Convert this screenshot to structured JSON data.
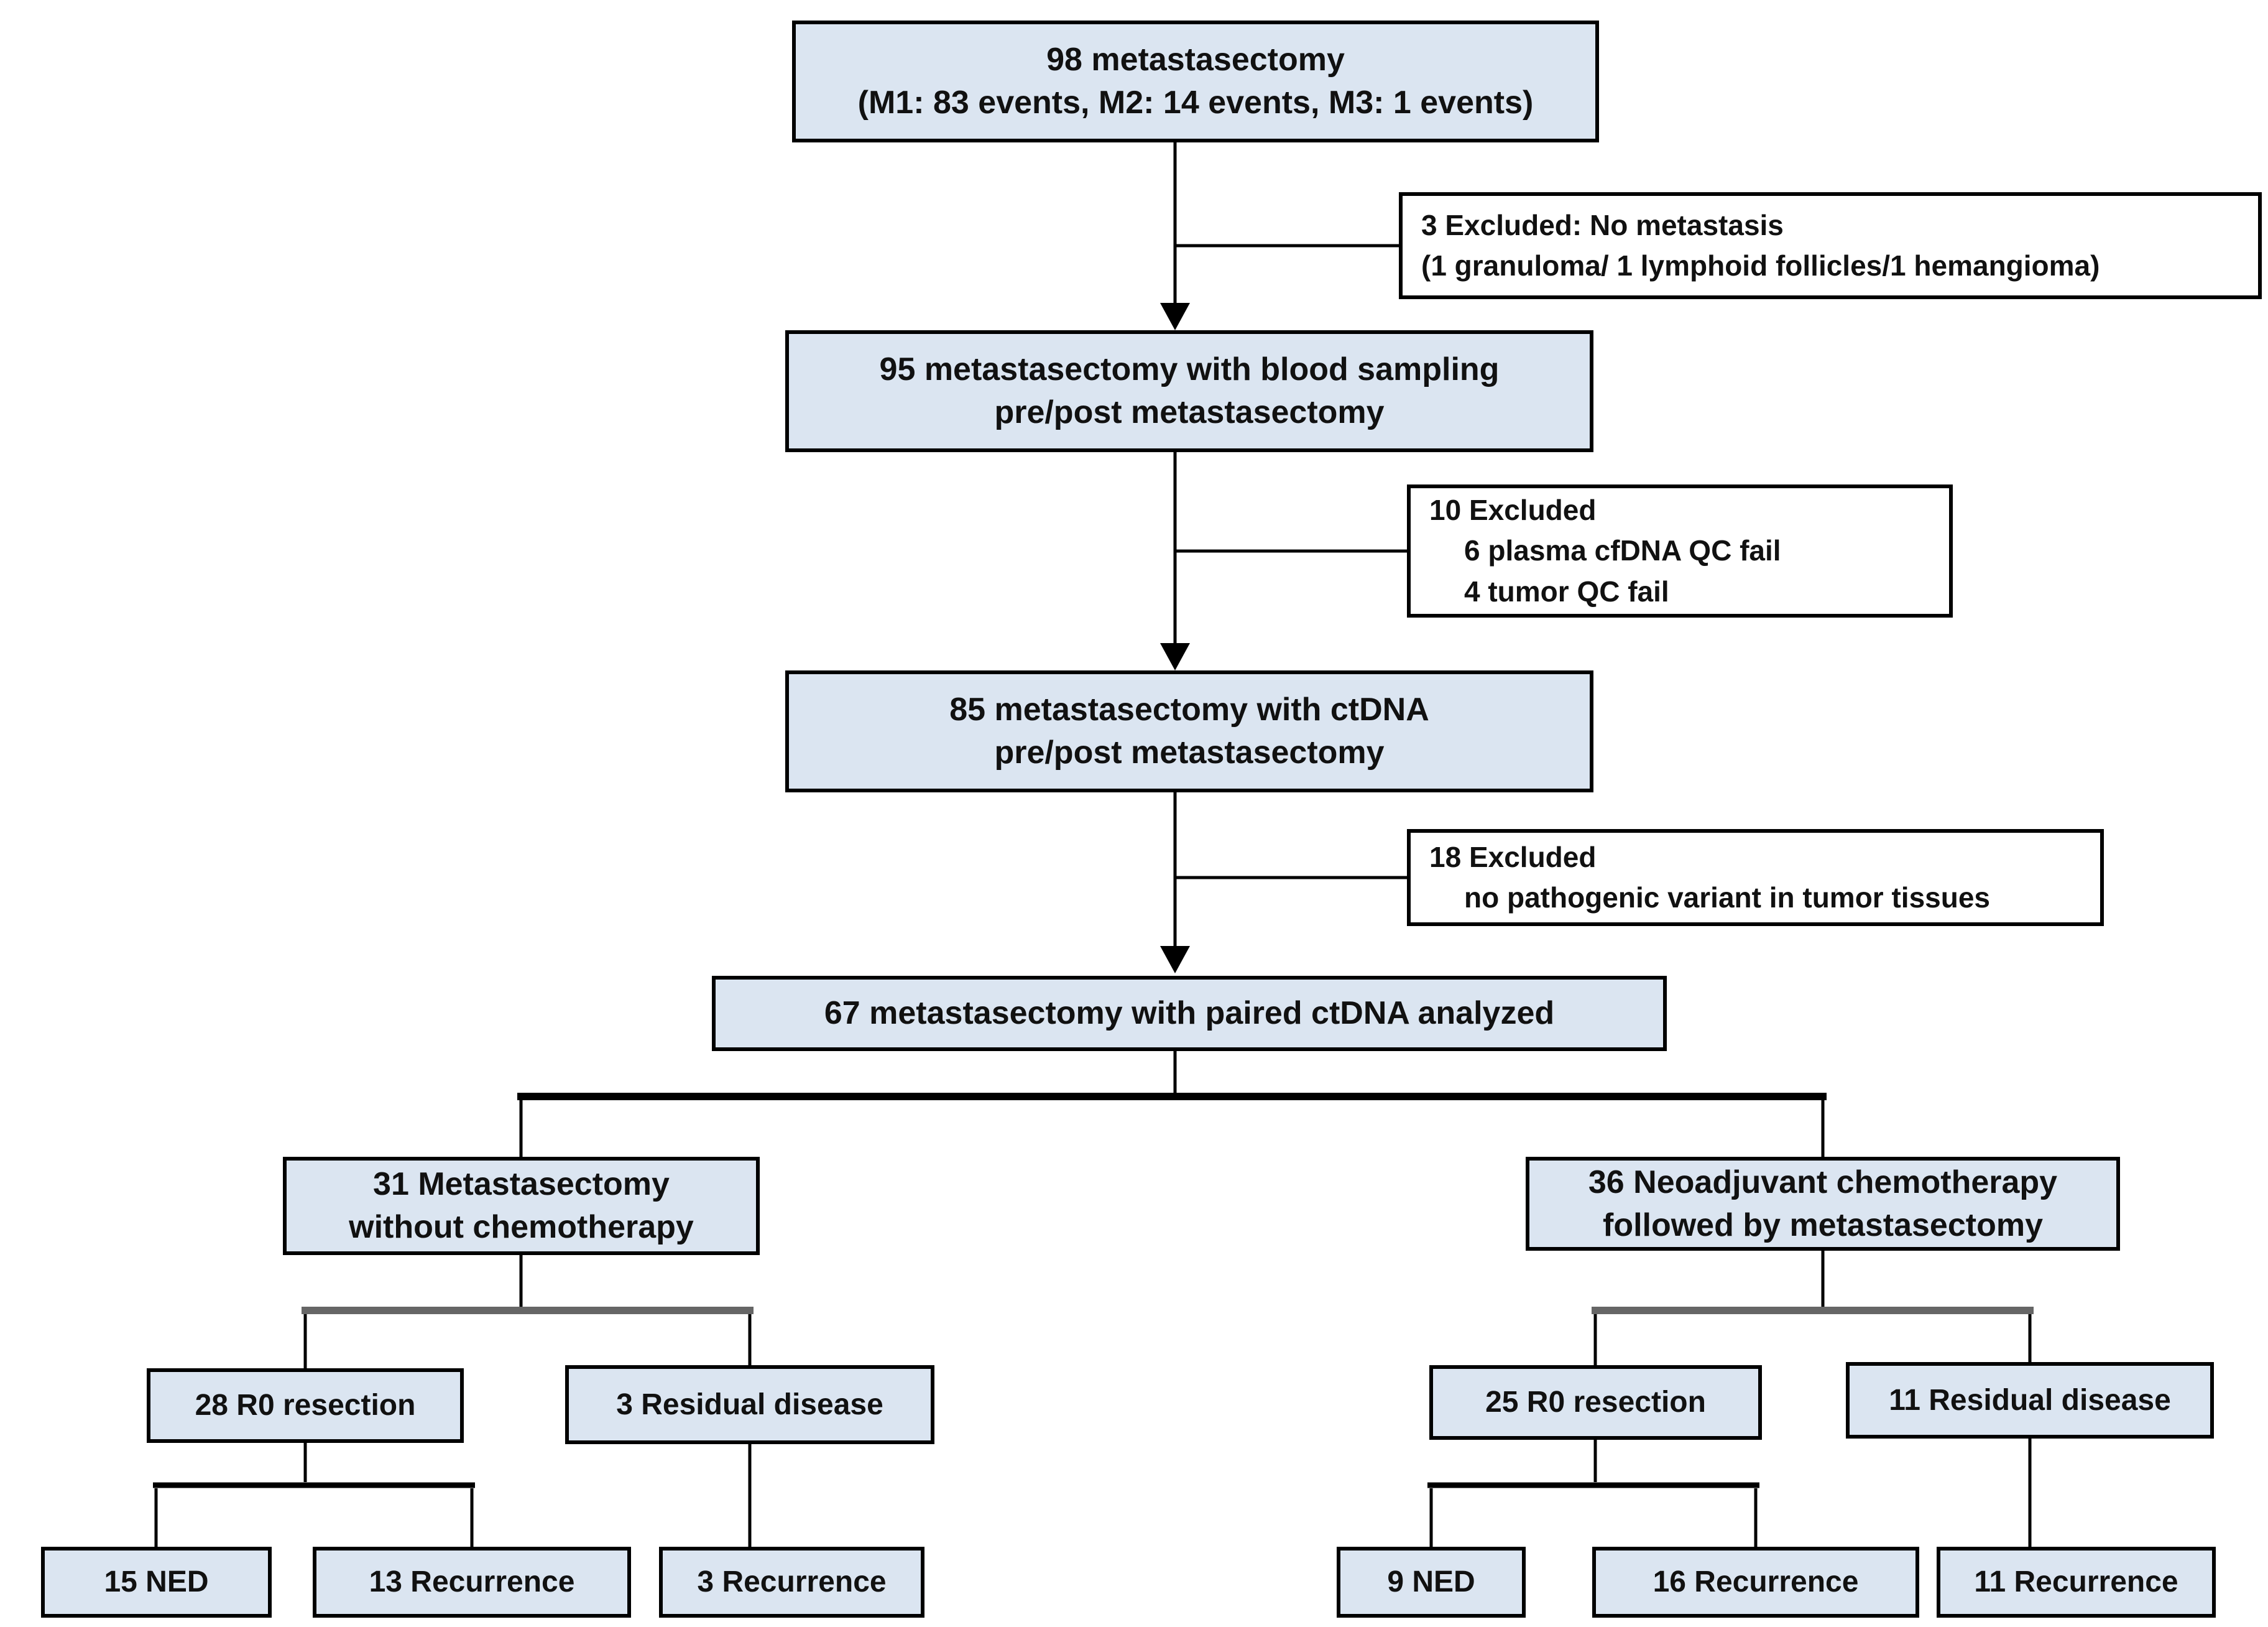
{
  "colors": {
    "box_fill": "#dbe5f1",
    "box_border": "#000000",
    "connector": "#000000",
    "connector_gray": "#666666",
    "page_bg": "#ffffff"
  },
  "nodes": {
    "n98": {
      "lines": [
        "98 metastasectomy",
        "(M1: 83 events, M2: 14 events, M3: 1 events)"
      ]
    },
    "excl_no_metastasis": {
      "lines": [
        "3 Excluded: No metastasis",
        "(1 granuloma/ 1 lymphoid follicles/1 hemangioma)"
      ]
    },
    "n95": {
      "lines": [
        "95 metastasectomy with blood sampling",
        "pre/post metastasectomy"
      ]
    },
    "excl_qc": {
      "lines": [
        "10 Excluded",
        "6 plasma cfDNA QC fail",
        "4 tumor QC fail"
      ]
    },
    "n85": {
      "lines": [
        "85 metastasectomy with ctDNA",
        "pre/post metastasectomy"
      ]
    },
    "excl_no_variant": {
      "lines": [
        "18 Excluded",
        "no pathogenic variant in tumor tissues"
      ]
    },
    "n67": {
      "lines": [
        "67 metastasectomy with paired ctDNA analyzed"
      ]
    },
    "n31": {
      "lines": [
        "31 Metastasectomy",
        "without chemotherapy"
      ]
    },
    "n36": {
      "lines": [
        "36 Neoadjuvant chemotherapy",
        "followed by metastasectomy"
      ]
    },
    "n28": {
      "lines": [
        "28 R0 resection"
      ]
    },
    "n3res": {
      "lines": [
        "3 Residual disease"
      ]
    },
    "n25": {
      "lines": [
        "25 R0 resection"
      ]
    },
    "n11res": {
      "lines": [
        "11 Residual disease"
      ]
    },
    "n15": {
      "lines": [
        "15 NED"
      ]
    },
    "n13": {
      "lines": [
        "13 Recurrence"
      ]
    },
    "n3rec": {
      "lines": [
        "3 Recurrence"
      ]
    },
    "n9": {
      "lines": [
        "9 NED"
      ]
    },
    "n16": {
      "lines": [
        "16 Recurrence"
      ]
    },
    "n11rec": {
      "lines": [
        "11 Recurrence"
      ]
    }
  }
}
